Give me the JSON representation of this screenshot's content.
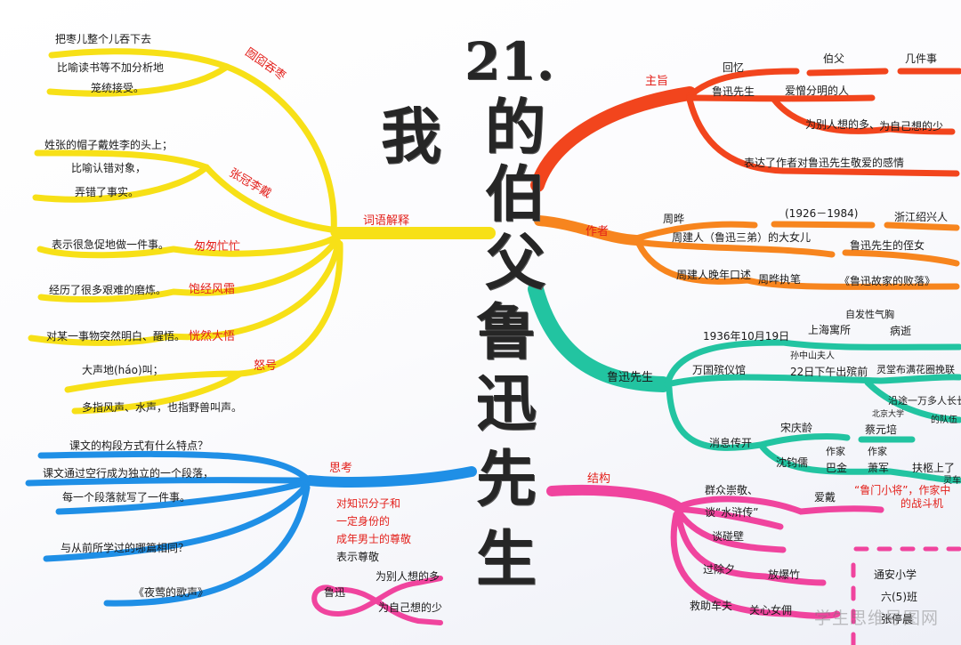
{
  "title": {
    "lesson_number": "21.",
    "chars": [
      "我",
      "的",
      "伯",
      "父",
      "鲁",
      "迅",
      "先",
      "生"
    ]
  },
  "colors": {
    "yellow": "#f7e017",
    "red": "#f2451d",
    "orange": "#f7851e",
    "green": "#22c4a1",
    "pink": "#f0449e",
    "blue": "#1f8fe6",
    "label_red": "#e3201b"
  },
  "vocab": {
    "label": "词语解释",
    "items": [
      {
        "term": "囫囵吞枣",
        "lines": [
          "把枣儿整个儿吞下去",
          "比喻读书等不加分析地",
          "笼统接受。"
        ]
      },
      {
        "term": "张冠李戴",
        "lines": [
          "姓张的帽子戴姓李的头上；",
          "比喻认错对象，",
          "弄错了事实。"
        ]
      },
      {
        "term": "匆匆忙忙",
        "lines": [
          "表示很急促地做一件事。"
        ]
      },
      {
        "term": "饱经风霜",
        "lines": [
          "经历了很多艰难的磨炼。"
        ]
      },
      {
        "term": "恍然大悟",
        "lines": [
          "对某一事物突然明白、醒悟。"
        ]
      },
      {
        "term": "怒号",
        "lines": [
          "大声地(háo)叫；",
          "多指风声、水声，也指野兽叫声。"
        ]
      }
    ]
  },
  "theme": {
    "label": "主旨",
    "row1": [
      "回忆",
      "伯父",
      "几件事"
    ],
    "row2": [
      "鲁迅先生",
      "爱憎分明的人"
    ],
    "row3": [
      "为别人想的多、",
      "为自己想的少"
    ],
    "row4": "表达了作者对鲁迅先生敬爱的感情"
  },
  "author": {
    "label": "作者",
    "row1": [
      "周晔",
      "(1926－1984)",
      "浙江绍兴人"
    ],
    "row2": [
      "周建人（鲁迅三弟）的大女儿",
      "鲁迅先生的侄女"
    ],
    "row3": [
      "周建人晚年口述",
      "周晔执笔",
      "《鲁迅故家的败落》"
    ]
  },
  "luxun": {
    "label": "鲁迅先生",
    "row1": [
      "1936年10月19日",
      "上海寓所",
      "病逝",
      "自发性气胸"
    ],
    "row2": [
      "万国殡仪馆",
      "孙中山夫人",
      "22日下午出殡前",
      "灵堂布满花圈挽联"
    ],
    "row3": [
      "沿途一万多人长长",
      "的队伍"
    ],
    "row4": [
      "消息传开",
      "宋庆龄",
      "北京大学",
      "蔡元培"
    ],
    "row5": [
      "沈钧儒",
      "作家",
      "巴金",
      "作家",
      "萧军",
      "扶柩上了",
      "灵车"
    ]
  },
  "structure": {
    "label": "结构",
    "items": [
      "群众崇敬、",
      "爱戴",
      "谈“水浒传”",
      "谈碰壁",
      "过除夕",
      "放爆竹",
      "救助车夫",
      "关心女佣"
    ],
    "note": [
      "“鲁门小将”，作家中",
      "的战斗机"
    ]
  },
  "thinking": {
    "label": "思考",
    "items": [
      "课文的构段方式有什么特点？",
      "课文通过空行成为独立的一个段落，",
      "每一个段落就写了一件事。",
      "与从前所学过的哪篇相同？",
      "《夜莺的歌声》"
    ],
    "note": [
      "对知识分子和",
      "一定身份的",
      "成年男士的尊敬"
    ],
    "respect": "表示尊敬",
    "loop": {
      "center": "鲁迅",
      "top": "为别人想的多",
      "bottom": "为自己想的少"
    }
  },
  "signature": [
    "通安小学",
    "六(5)班",
    "张停晨"
  ],
  "watermark": "学生思维导图网"
}
